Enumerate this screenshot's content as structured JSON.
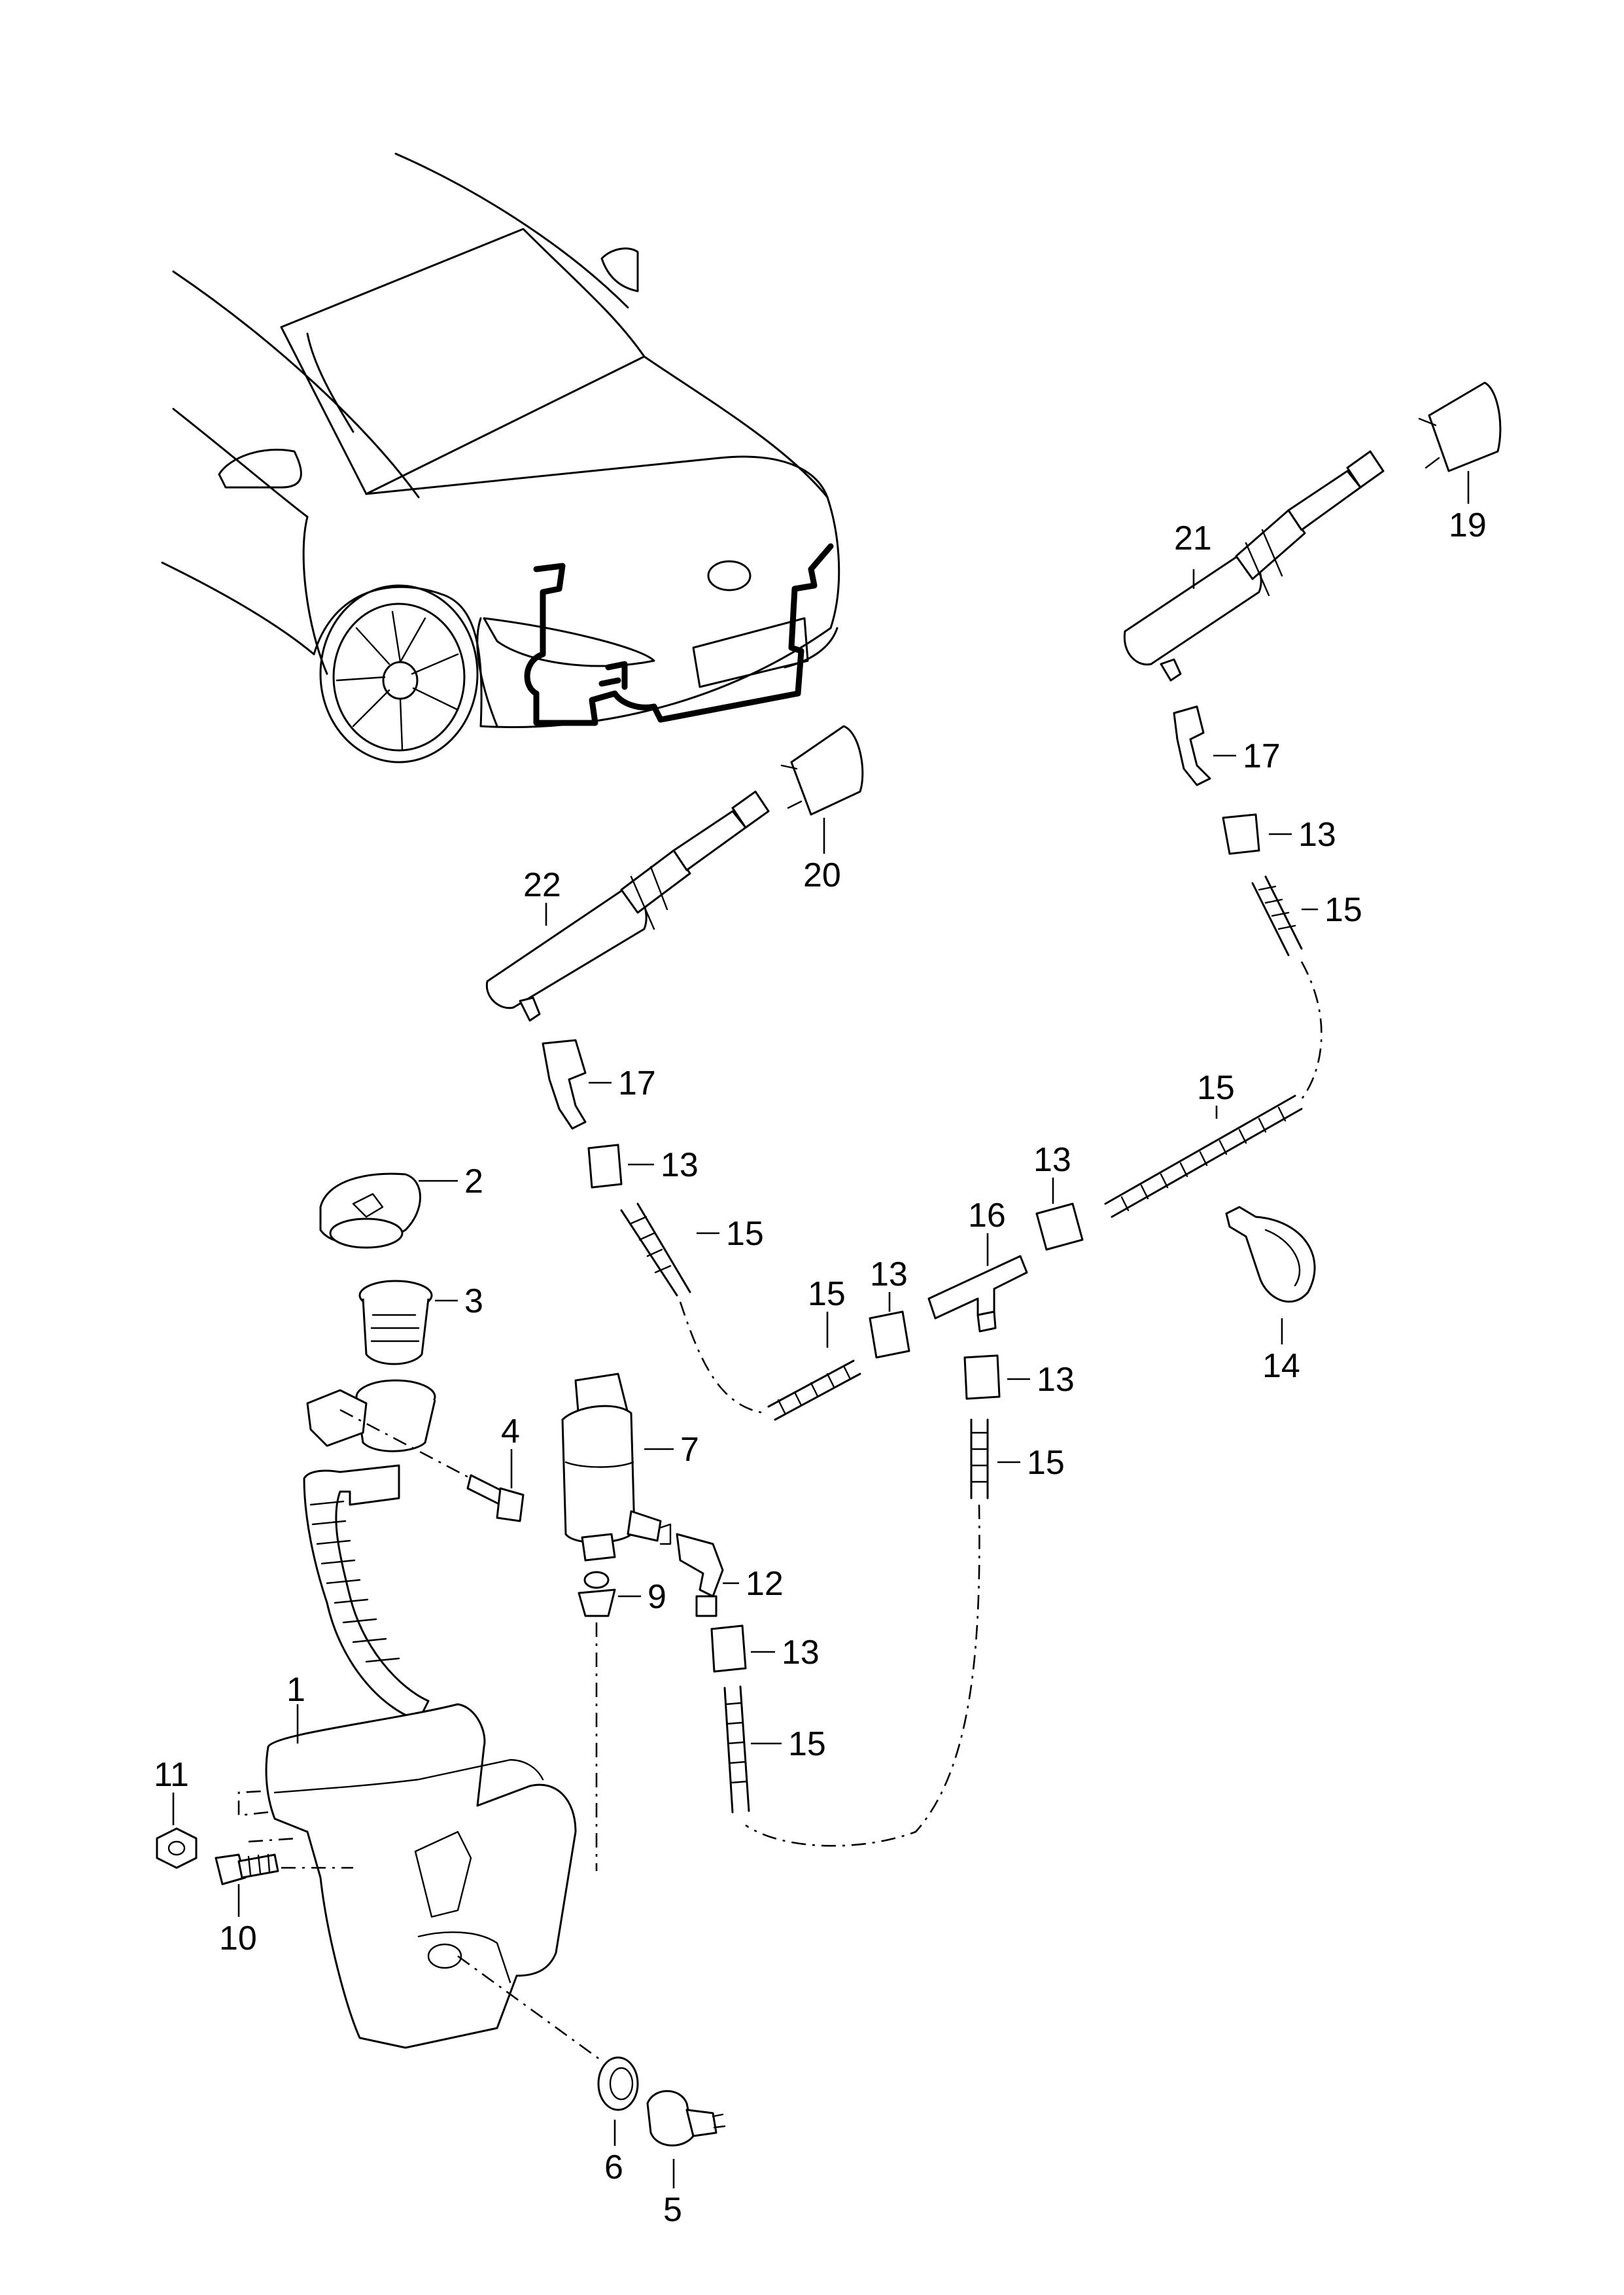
{
  "callouts": [
    {
      "id": "c1",
      "text": "1"
    },
    {
      "id": "c2",
      "text": "2"
    },
    {
      "id": "c3",
      "text": "3"
    },
    {
      "id": "c4",
      "text": "4"
    },
    {
      "id": "c5",
      "text": "5"
    },
    {
      "id": "c6",
      "text": "6"
    },
    {
      "id": "c7",
      "text": "7"
    },
    {
      "id": "c9",
      "text": "9"
    },
    {
      "id": "c10",
      "text": "10"
    },
    {
      "id": "c11",
      "text": "11"
    },
    {
      "id": "c12",
      "text": "12"
    },
    {
      "id": "c13a",
      "text": "13"
    },
    {
      "id": "c13b",
      "text": "13"
    },
    {
      "id": "c13c",
      "text": "13"
    },
    {
      "id": "c13d",
      "text": "13"
    },
    {
      "id": "c13e",
      "text": "13"
    },
    {
      "id": "c13f",
      "text": "13"
    },
    {
      "id": "c14",
      "text": "14"
    },
    {
      "id": "c15a",
      "text": "15"
    },
    {
      "id": "c15b",
      "text": "15"
    },
    {
      "id": "c15c",
      "text": "15"
    },
    {
      "id": "c15d",
      "text": "15"
    },
    {
      "id": "c15e",
      "text": "15"
    },
    {
      "id": "c15f",
      "text": "15"
    },
    {
      "id": "c16",
      "text": "16"
    },
    {
      "id": "c17a",
      "text": "17"
    },
    {
      "id": "c17b",
      "text": "17"
    },
    {
      "id": "c19",
      "text": "19"
    },
    {
      "id": "c20",
      "text": "20"
    },
    {
      "id": "c21",
      "text": "21"
    },
    {
      "id": "c22",
      "text": "22"
    }
  ]
}
